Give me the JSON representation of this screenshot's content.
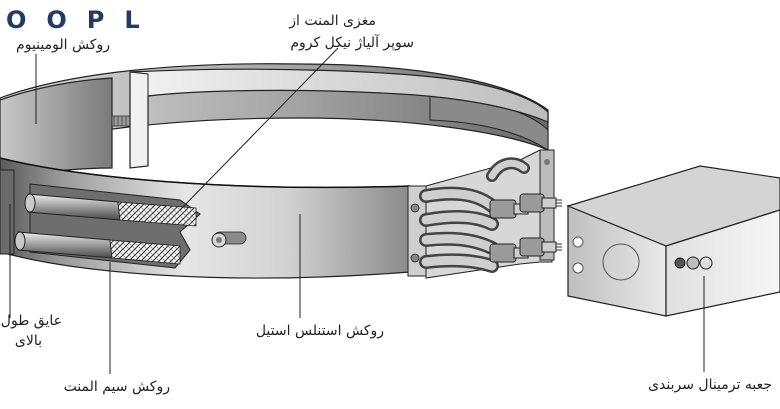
{
  "logo": {
    "text": "OOPL"
  },
  "labels": {
    "aluminum_cover": "روکش الومینیوم",
    "core_line1": "مغزی المنت از",
    "core_line2": "سوپر آلیاژ نیکل کروم",
    "insulation_line1": "عایق طول",
    "insulation_line2": "بالای",
    "stainless_cover": "روکش استنلس استیل",
    "wire_cover": "روکش سیم المنت",
    "terminal_box": "جعبه ترمینال سربندی"
  }
}
